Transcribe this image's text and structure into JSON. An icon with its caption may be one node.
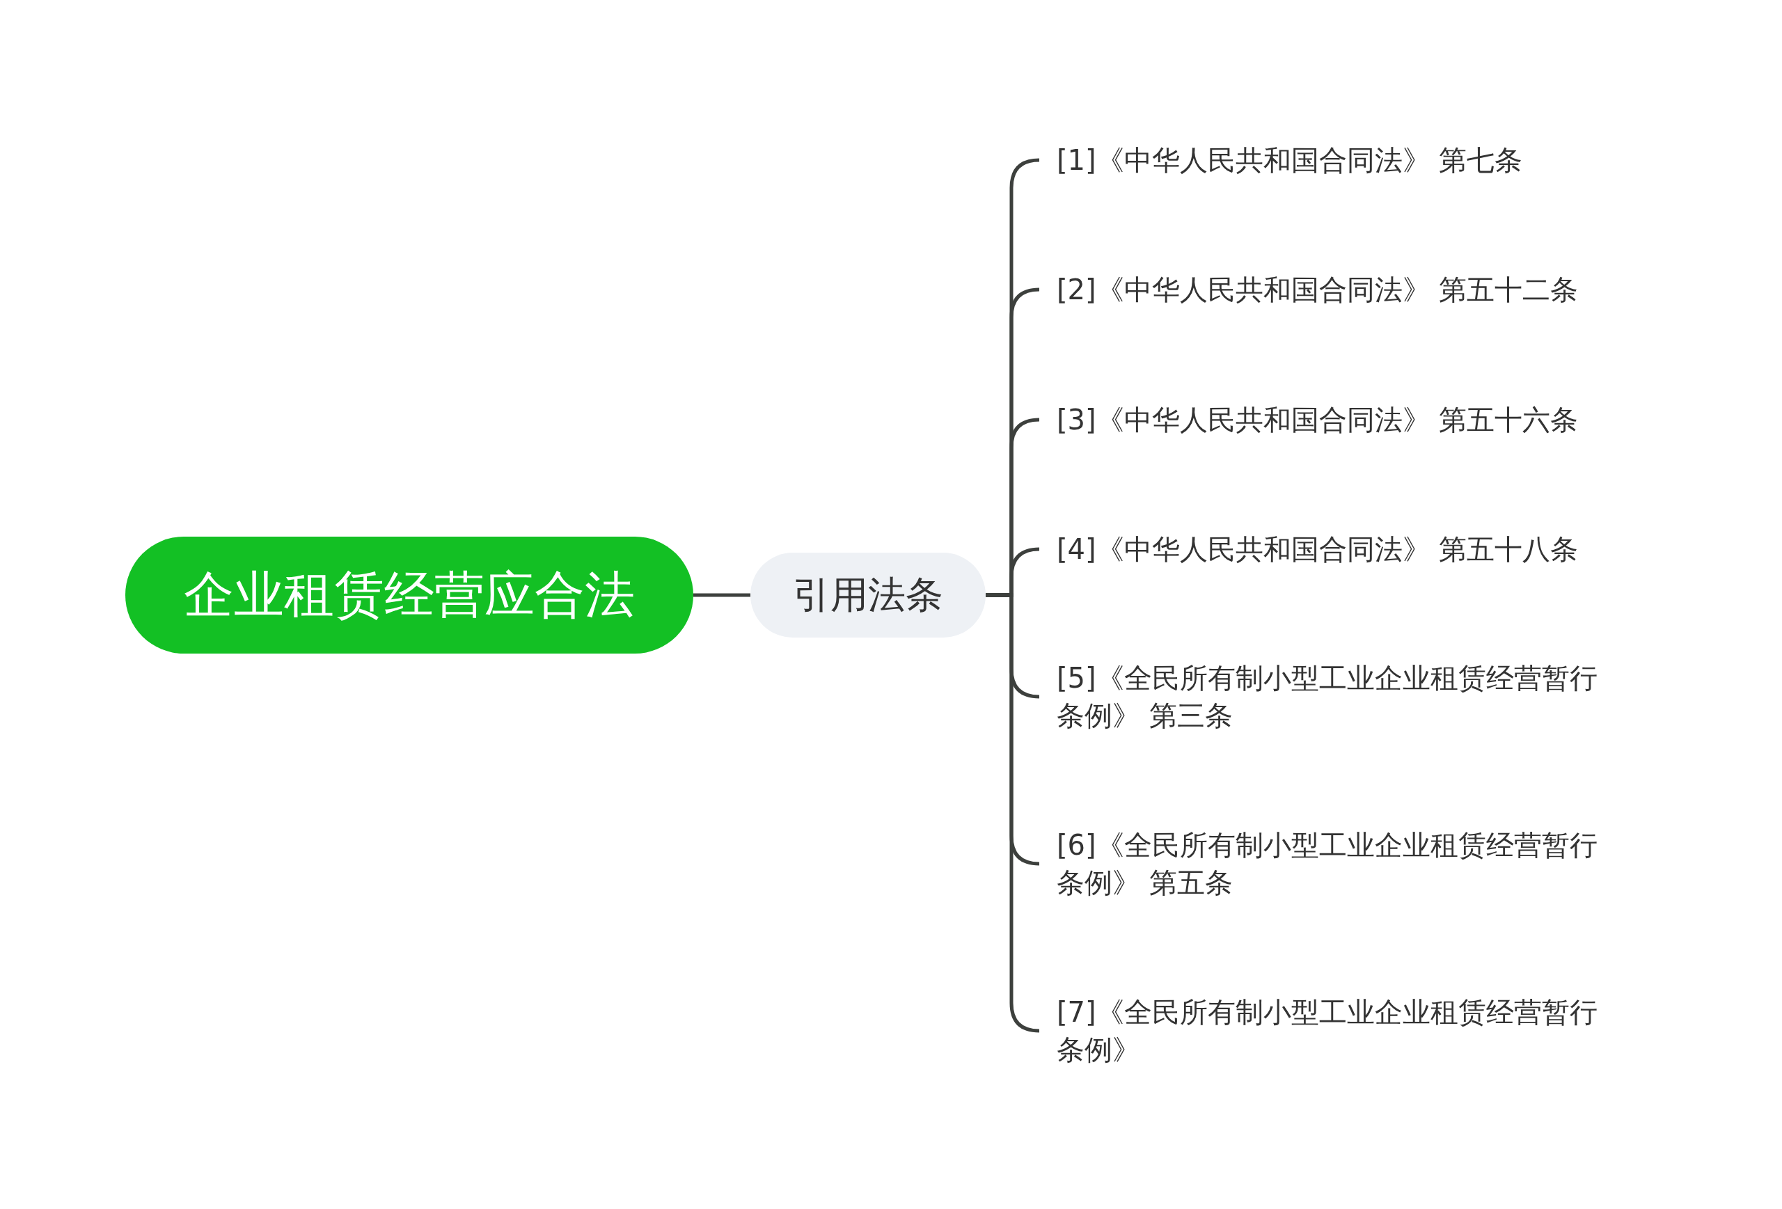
{
  "diagram": {
    "nodes": [
      {
        "text": [
          "企业租赁经营应合法"
        ]
      },
      {
        "text": [
          "引用法条"
        ]
      },
      {
        "text": [
          "[1]《中华人民共和国合同法》 第七条"
        ]
      },
      {
        "text": [
          "[2]《中华人民共和国合同法》 第五十二条"
        ]
      },
      {
        "text": [
          "[3]《中华人民共和国合同法》 第五十六条"
        ]
      },
      {
        "text": [
          "[4]《中华人民共和国合同法》 第五十八条"
        ]
      },
      {
        "text": [
          "[5]《全民所有制小型工业企业租赁经营暂行条例》 第三条"
        ]
      },
      {
        "text": [
          "[6]《全民所有制小型工业企业租赁经营暂行条例》 第五条"
        ]
      },
      {
        "text": [
          "[7]《全民所有制小型工业企业租赁经营暂行条例》"
        ]
      }
    ],
    "edges": [
      {
        "from": 0,
        "to": 1,
        "arrow": "none"
      },
      {
        "from": 1,
        "to": 2,
        "arrow": "none"
      },
      {
        "from": 1,
        "to": 3,
        "arrow": "none"
      },
      {
        "from": 1,
        "to": 4,
        "arrow": "none"
      },
      {
        "from": 1,
        "to": 5,
        "arrow": "none"
      },
      {
        "from": 1,
        "to": 6,
        "arrow": "none"
      },
      {
        "from": 1,
        "to": 7,
        "arrow": "none"
      },
      {
        "from": 1,
        "to": 8,
        "arrow": "none"
      }
    ]
  }
}
